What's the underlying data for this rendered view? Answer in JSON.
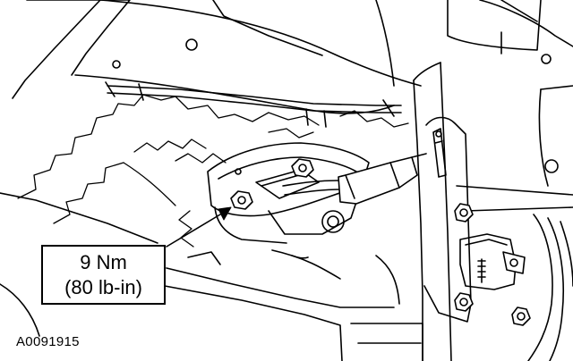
{
  "callout": {
    "torque_nm": "9 Nm",
    "torque_lbin": "(80 lb-in)"
  },
  "figure_id": "A0091915",
  "colors": {
    "line": "#000000",
    "background": "#ffffff"
  }
}
